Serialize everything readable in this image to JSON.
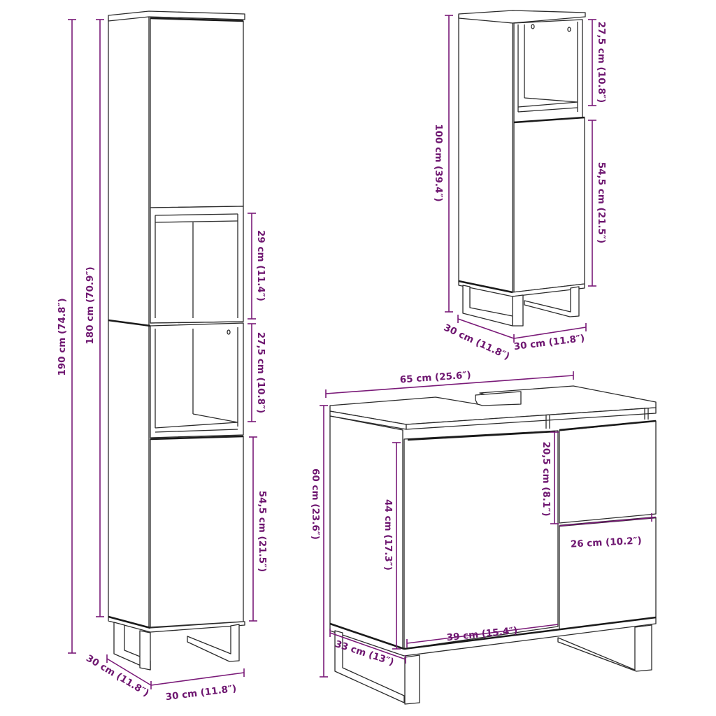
{
  "diagram": {
    "type": "furniture-dimension-drawing",
    "accent_color": "#7a1a78",
    "line_color": "#2b2b2b",
    "background": "#ffffff"
  },
  "tall_cabinet": {
    "total_height": "190 cm (74.8″)",
    "body_height": "180 cm (70.9″)",
    "upper_shelf_height": "29 cm (11.4″)",
    "lower_shelf_height": "27,5 cm (10.8″)",
    "door_height": "54,5 cm (21.5″)",
    "depth": "30 cm (11.8″)",
    "width": "30 cm (11.8″)"
  },
  "medium_cabinet": {
    "total_height": "100 cm (39.4″)",
    "shelf_height": "27,5 cm (10.8″)",
    "door_height": "54,5 cm (21.5″)",
    "depth": "30 cm (11.8″)",
    "width": "30 cm (11.8″)"
  },
  "sink_cabinet": {
    "width": "65 cm (25.6″)",
    "total_height": "60 cm (23.6″)",
    "door_height": "44 cm (17.3″)",
    "drawer_height": "20,5 cm (8.1″)",
    "drawer_width": "26 cm (10.2″)",
    "door_width": "39 cm (15.4″)",
    "depth": "33 cm (13″)"
  }
}
